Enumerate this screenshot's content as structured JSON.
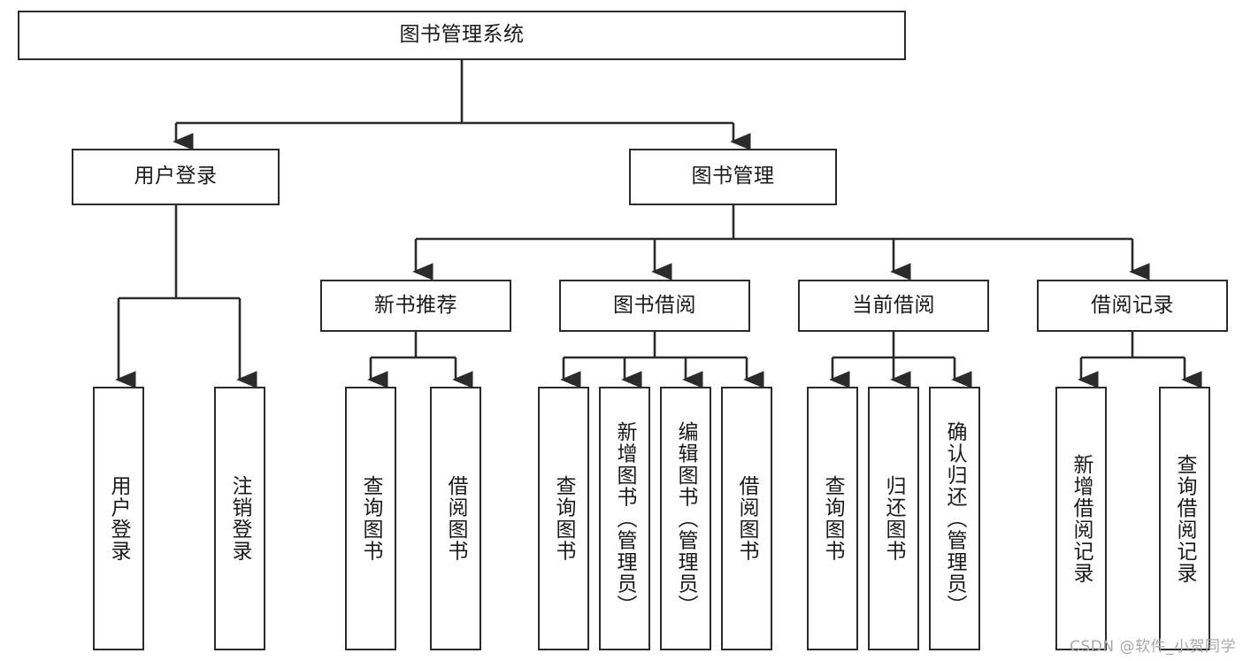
{
  "diagram": {
    "type": "tree-hierarchy-diagram",
    "title_node": {
      "label": "图书管理系统"
    },
    "level2": [
      {
        "label": "用户登录"
      },
      {
        "label": "图书管理"
      }
    ],
    "level3": [
      {
        "label": "新书推荐"
      },
      {
        "label": "图书借阅"
      },
      {
        "label": "当前借阅"
      },
      {
        "label": "借阅记录"
      }
    ],
    "leaves": {
      "user_login": [
        {
          "label": "用户登录"
        },
        {
          "label": "注销登录"
        }
      ],
      "new_book_recommend": [
        {
          "label": "查询图书"
        },
        {
          "label": "借阅图书"
        }
      ],
      "book_borrow": [
        {
          "label": "查询图书"
        },
        {
          "label": "新增图书（管理员）"
        },
        {
          "label": "编辑图书（管理员）"
        },
        {
          "label": "借阅图书"
        }
      ],
      "current_borrow": [
        {
          "label": "查询图书"
        },
        {
          "label": "归还图书"
        },
        {
          "label": "确认归还（管理员）"
        }
      ],
      "borrow_record": [
        {
          "label": "新增借阅记录"
        },
        {
          "label": "查询借阅记录"
        }
      ]
    },
    "colors": {
      "stroke": "#2b2b2b",
      "fill": "#ffffff",
      "text": "#1a1a1a",
      "watermark": "#a8a8a8"
    }
  },
  "watermark": {
    "text": "CSDN @软件_小贺同学"
  }
}
